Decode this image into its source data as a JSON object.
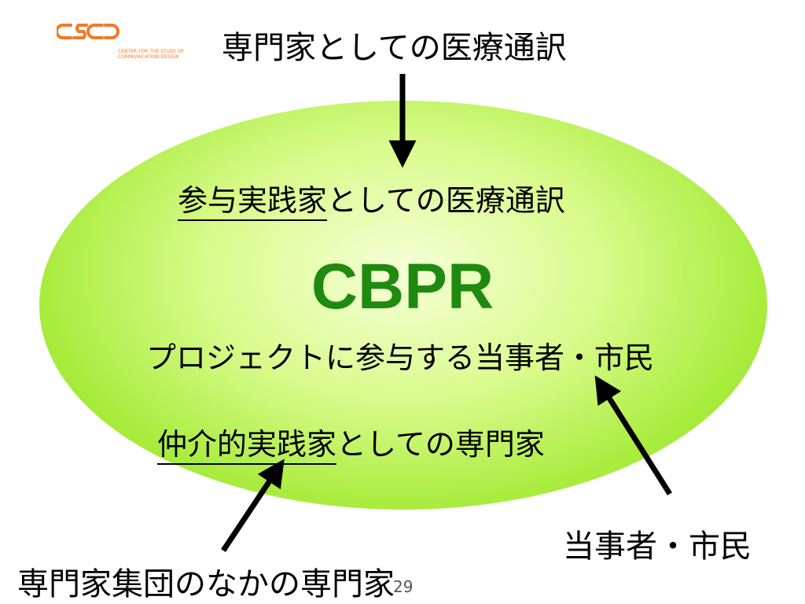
{
  "logo": {
    "mark": "cscd",
    "subtitle": "CENTER FOR THE STUDY OF\nCOMMUNICATION-DESIGN"
  },
  "top_label": "専門家としての医療通訳",
  "ellipse": {
    "line1_underlined": "参与実践家",
    "line1_rest": "としての医療通訳",
    "center_title": "CBPR",
    "line2": "プロジェクトに参与する当事者・市民",
    "line3_underlined": "仲介的実践家",
    "line3_rest": "としての専門家"
  },
  "bottom_right_label": "当事者・市民",
  "bottom_left_label": "専門家集団のなかの専門家",
  "page_number": "29",
  "colors": {
    "logo": "#f07a2a",
    "title": "#1f8a10",
    "ellipse_center": "#f6ffd8",
    "ellipse_edge": "#86e01a"
  }
}
